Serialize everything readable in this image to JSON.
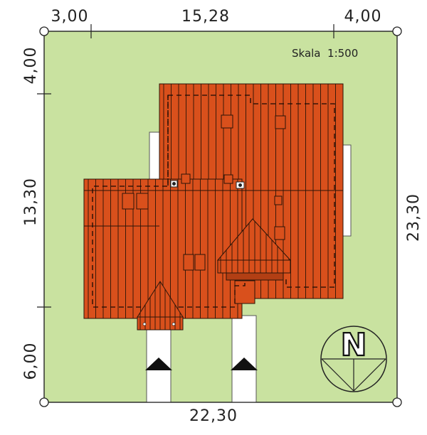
{
  "plan": {
    "scale_label": "Skala  1:500",
    "dim_top_left": "3,00",
    "dim_top_middle": "15,28",
    "dim_top_right": "4,00",
    "dim_bottom": "22,30",
    "dim_left_top": "4,00",
    "dim_left_middle": "13,30",
    "dim_left_bottom": "6,00",
    "dim_right": "23,30",
    "north_label": "N"
  },
  "colors": {
    "plot": "#c9e2a0",
    "roof": "#d9501c",
    "roof_dark": "#b23f14",
    "line": "#222222"
  },
  "icons": [
    "north-arrow-icon",
    "entrance-arrow-icon"
  ]
}
